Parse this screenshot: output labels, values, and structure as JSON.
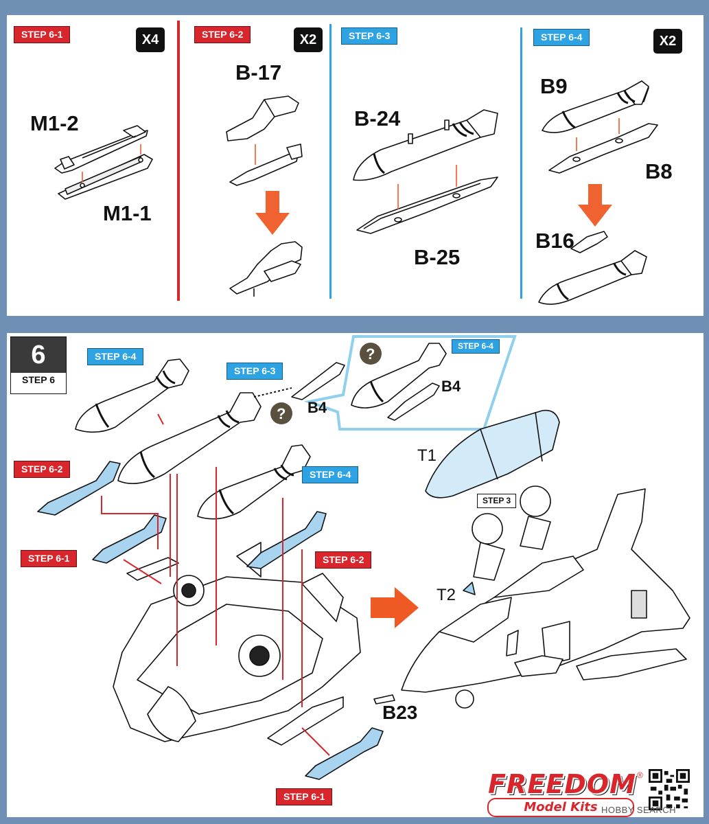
{
  "top_steps": [
    {
      "tag": "STEP 6-1",
      "color": "red",
      "multiplier": "X4",
      "parts": [
        "M1-2",
        "M1-1"
      ]
    },
    {
      "tag": "STEP 6-2",
      "color": "red",
      "multiplier": "X2",
      "parts": [
        "B-17"
      ]
    },
    {
      "tag": "STEP 6-3",
      "color": "blue",
      "multiplier": "",
      "parts": [
        "B-24",
        "B-25"
      ]
    },
    {
      "tag": "STEP 6-4",
      "color": "blue",
      "multiplier": "X2",
      "parts": [
        "B9",
        "B8",
        "B16"
      ]
    }
  ],
  "main_step": {
    "number": "6",
    "caption": "STEP 6"
  },
  "callouts": {
    "step_6_4_top": "STEP 6-4",
    "step_6_3": "STEP 6-3",
    "step_6_2_left": "STEP 6-2",
    "step_6_4_mid": "STEP 6-4",
    "step_6_1_left": "STEP 6-1",
    "step_6_2_right": "STEP 6-2",
    "step_6_1_bottom": "STEP 6-1",
    "step_6_4_inset": "STEP 6-4",
    "step_3": "STEP 3"
  },
  "part_labels": {
    "b4_main": "B4",
    "b4_inset": "B4",
    "t1": "T1",
    "t2": "T2",
    "b23": "B23",
    "question_mark": "?"
  },
  "brand": {
    "name": "FREEDOM",
    "sub": "Model Kits",
    "registered": "®"
  },
  "watermark": "HOBBY SEARCH",
  "colors": {
    "red_tag": "#d9262c",
    "blue_tag": "#2ea3e3",
    "background": "#6f8fb4",
    "arrow_orange": "#ef5a24",
    "light_blue_part": "#a8d4ef"
  }
}
